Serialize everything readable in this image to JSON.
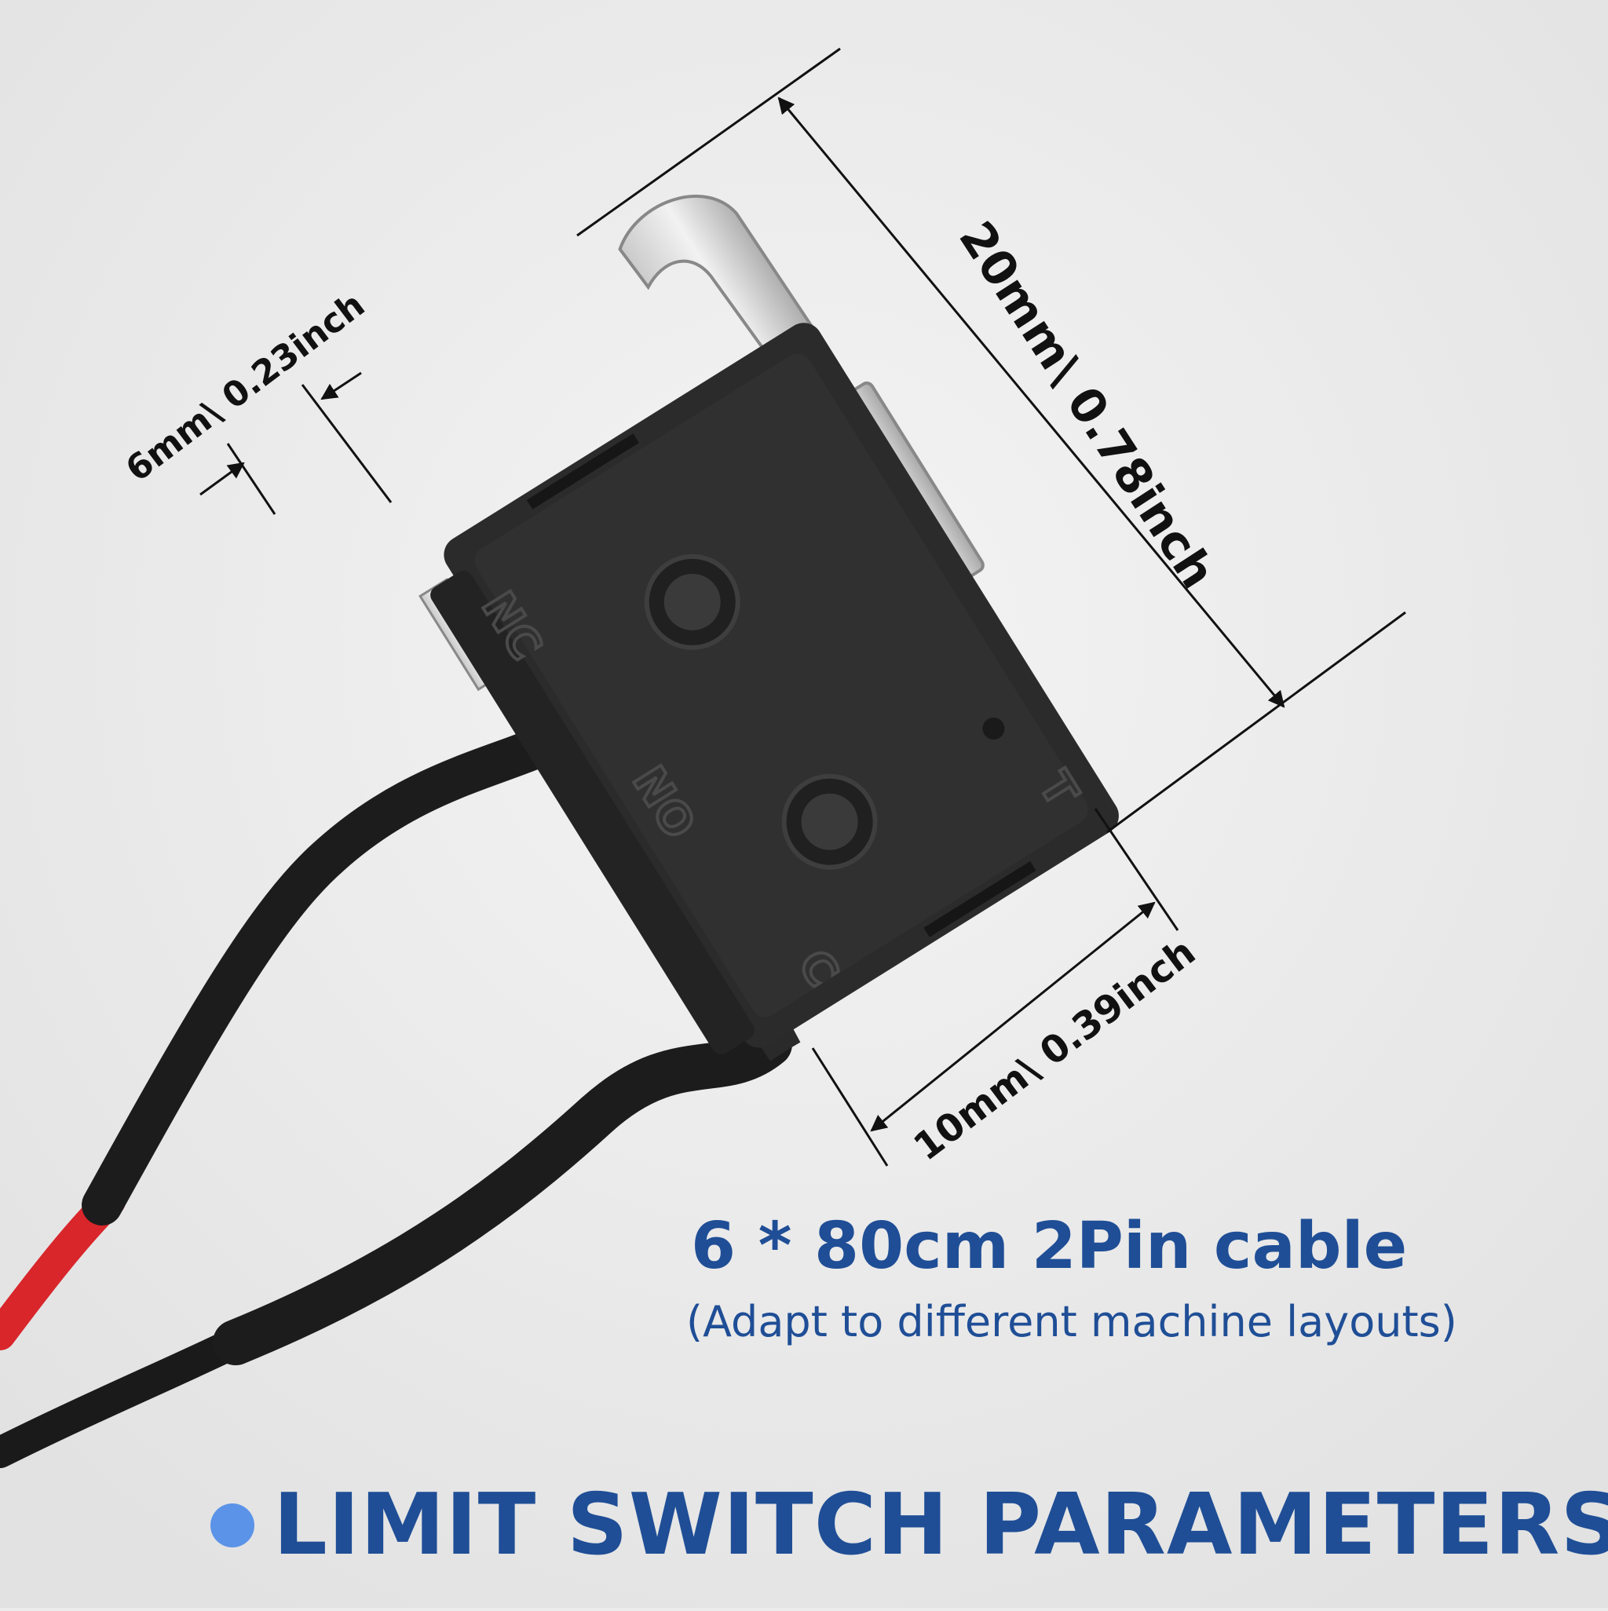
{
  "dimensions": {
    "length": "20mm\\ 0.78inch",
    "width": "10mm\\ 0.39inch",
    "pin": "6mm\\ 0.23inch"
  },
  "terminal_labels": {
    "nc": "NC",
    "no": "NO",
    "c": "C",
    "t": "T"
  },
  "cable": {
    "title": "6 * 80cm 2Pin cable",
    "subtitle": "(Adapt to different machine layouts)"
  },
  "banner": {
    "title": "LIMIT SWITCH PARAMETERS"
  },
  "colors": {
    "brand_blue": "#1f4e96",
    "bullet_blue": "#5b93e8",
    "background": "#ececec",
    "switch_body": "#2b2b2b",
    "wire_red": "#d8262b",
    "wire_black": "#1c1c1c"
  }
}
